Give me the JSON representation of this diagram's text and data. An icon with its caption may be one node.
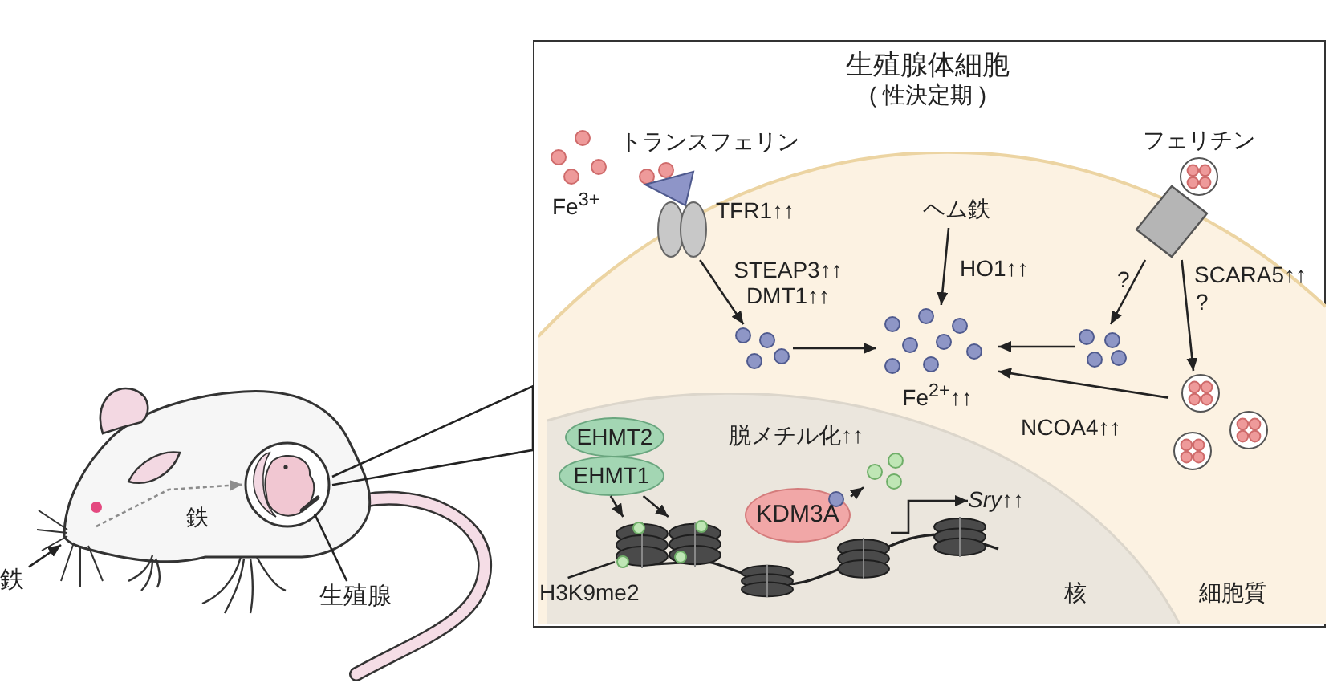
{
  "diagram": {
    "nodes": [
      {
        "text": [
          "生殖腺体細胞",
          "( 性決定期 )"
        ]
      },
      {
        "text": [
          "細胞質"
        ],
        "in": 0
      },
      {
        "text": [],
        "shape": "picture",
        "in": 1,
        "beside": [
          "トランスフェリン",
          "TFR1↑↑"
        ]
      },
      {
        "text": [],
        "shape": "picture",
        "in": 1
      },
      {
        "text": [
          "Fe$^{2+}$↑↑"
        ],
        "in": 1
      },
      {
        "text": [
          "ヘム鉄"
        ],
        "in": 1
      },
      {
        "text": [],
        "shape": "picture",
        "in": 1,
        "beside": [
          "フェリチン",
          "SCARA5↑↑"
        ]
      },
      {
        "text": [],
        "shape": "picture",
        "in": 1
      },
      {
        "text": [],
        "shape": "picture",
        "in": 1
      },
      {
        "text": [
          "核"
        ],
        "in": 1
      },
      {
        "text": [
          "EHMT2"
        ],
        "in": 9
      },
      {
        "text": [
          "EHMT1"
        ],
        "in": 9
      },
      {
        "text": [],
        "shape": "picture",
        "in": 9
      },
      {
        "text": [],
        "shape": "picture",
        "in": 9
      },
      {
        "text": [],
        "shape": "picture",
        "in": 9
      },
      {
        "text": [],
        "shape": "picture",
        "in": 9
      },
      {
        "text": [],
        "shape": "picture",
        "in": 9
      },
      {
        "text": [
          "KDM3A"
        ],
        "in": 9
      },
      {
        "text": [],
        "shape": "picture",
        "in": 9
      },
      {
        "text": [
          "*Sry*↑↑"
        ],
        "in": 9
      },
      {
        "text": [
          "H3K9me2"
        ],
        "in": 9
      },
      {
        "text": [],
        "shape": "picture"
      },
      {
        "text": [
          "鉄"
        ]
      },
      {
        "text": [],
        "shape": "picture",
        "in": 21
      },
      {
        "text": [],
        "shape": "picture",
        "in": 23
      },
      {
        "text": [
          "生殖腺"
        ],
        "in": 21
      }
    ],
    "edges": [
      {
        "from": 2,
        "to": 3,
        "arrow": "to",
        "label": "STEAP3↑↑ DMT1↑↑"
      },
      {
        "from": 3,
        "to": 4,
        "arrow": "to"
      },
      {
        "from": 5,
        "to": 4,
        "arrow": "to",
        "label": "HO1↑↑"
      },
      {
        "from": 7,
        "to": 4,
        "arrow": "to"
      },
      {
        "from": 6,
        "to": 7,
        "arrow": "to",
        "label": "?"
      },
      {
        "from": 6,
        "to": 8,
        "arrow": "to",
        "label": "?"
      },
      {
        "from": 8,
        "to": 4,
        "arrow": "to",
        "label": "NCOA4↑↑"
      },
      {
        "from": 11,
        "to": 12,
        "arrow": "to"
      },
      {
        "from": 11,
        "to": 13,
        "arrow": "to"
      },
      {
        "from": 17,
        "to": 18,
        "arrow": "to"
      },
      {
        "from": 15,
        "to": 19,
        "arrow": "to"
      },
      {
        "from": 20,
        "to": 12,
        "arrow": "none"
      },
      {
        "from": 22,
        "to": 21,
        "arrow": "to"
      },
      {
        "from": 21,
        "to": 23,
        "arrow": "to",
        "label": "鉄",
        "style": "dashed",
        "color": "#8c8c8c"
      },
      {
        "from": 25,
        "to": 24,
        "arrow": "none"
      },
      {
        "from": 23,
        "to": 0,
        "arrow": "none"
      }
    ],
    "labels": [
      "Fe$^{3+}$",
      "脱メチル化↑↑"
    ]
  }
}
